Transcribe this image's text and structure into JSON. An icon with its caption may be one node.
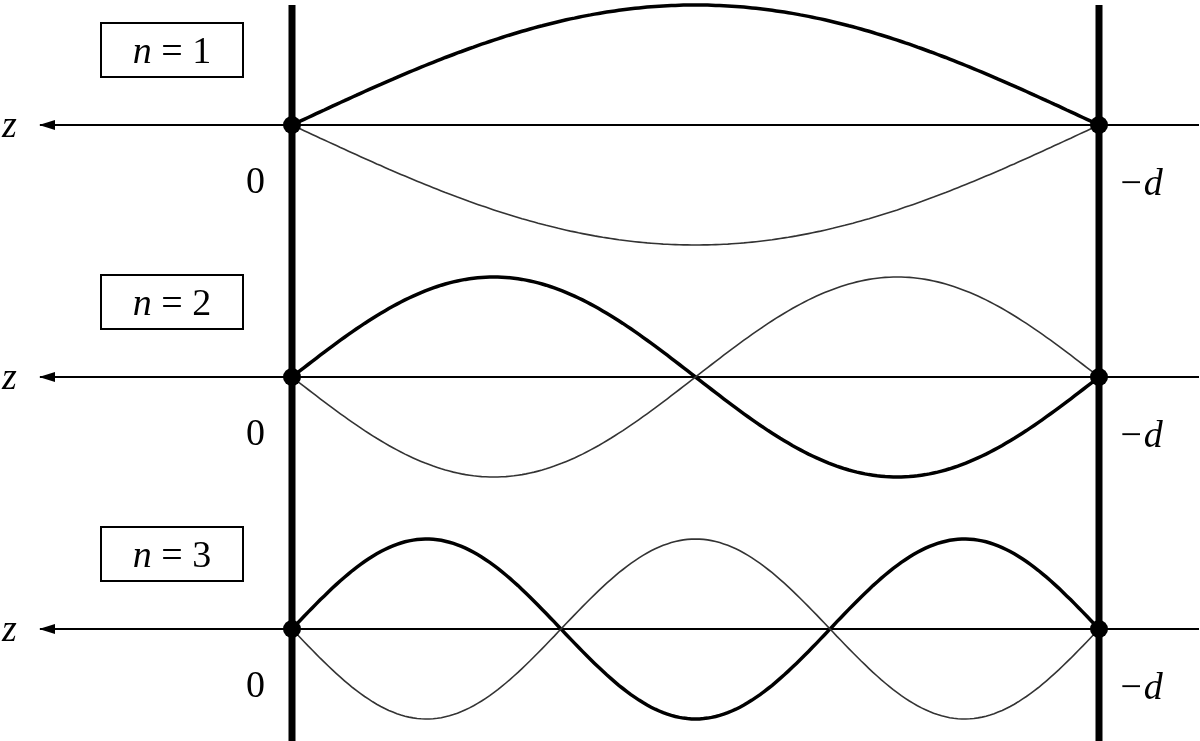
{
  "diagram": {
    "nodes": [
      {
        "text": [
          "*n* = 1"
        ]
      },
      {
        "text": [
          "*n* = 2"
        ]
      },
      {
        "text": [
          "*n* = 3"
        ]
      }
    ],
    "labels": [
      "z",
      "0",
      "−d",
      "z",
      "0",
      "−d",
      "z",
      "0",
      "−d"
    ]
  }
}
